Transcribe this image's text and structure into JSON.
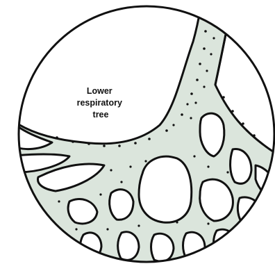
{
  "diagram": {
    "label_lines": [
      "Lower",
      "respiratory",
      "tree"
    ],
    "colors": {
      "outline": "#111111",
      "tissue_fill": "#dbe5dc",
      "background": "#ffffff"
    }
  }
}
